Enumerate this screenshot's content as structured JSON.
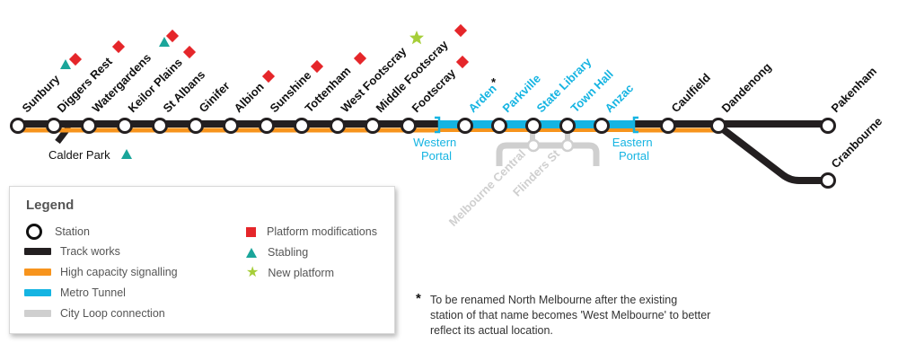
{
  "colors": {
    "track_works": "#231f20",
    "high_capacity_signalling": "#f7941d",
    "metro_tunnel": "#15b4e2",
    "city_loop": "#cfcfcf",
    "platform_modifications": "#e5262a",
    "stabling": "#1aa59a",
    "new_platform": "#a6ce39"
  },
  "stations": {
    "sunbury": "Sunbury",
    "diggers_rest": "Diggers Rest",
    "watergardens": "Watergardens",
    "keilor_plains": "Keilor Plains",
    "st_albans": "St Albans",
    "ginifer": "Ginifer",
    "albion": "Albion",
    "sunshine": "Sunshine",
    "tottenham": "Tottenham",
    "west_footscray": "West Footscray",
    "middle_footscray": "Middle Footscray",
    "footscray": "Footscray",
    "arden": "Arden",
    "arden_mark": "*",
    "parkville": "Parkville",
    "state_library": "State Library",
    "town_hall": "Town Hall",
    "anzac": "Anzac",
    "caulfield": "Caulfield",
    "dandenong": "Dandenong",
    "pakenham": "Pakenham",
    "cranbourne": "Cranbourne",
    "calder_park": "Calder Park",
    "melbourne_central": "Melbourne Central",
    "flinders_st": "Flinders St"
  },
  "portals": {
    "western": [
      "Western",
      "Portal"
    ],
    "eastern": [
      "Eastern",
      "Portal"
    ]
  },
  "legend": {
    "title": "Legend",
    "station": "Station",
    "track_works": "Track works",
    "high_capacity_signalling": "High capacity signalling",
    "metro_tunnel": "Metro Tunnel",
    "city_loop": "City Loop connection",
    "platform_modifications": "Platform modifications",
    "stabling": "Stabling",
    "new_platform": "New platform"
  },
  "footnote": {
    "mark": "*",
    "text": "To be renamed North Melbourne after the existing station of that name becomes 'West Melbourne' to better reflect its actual location."
  }
}
